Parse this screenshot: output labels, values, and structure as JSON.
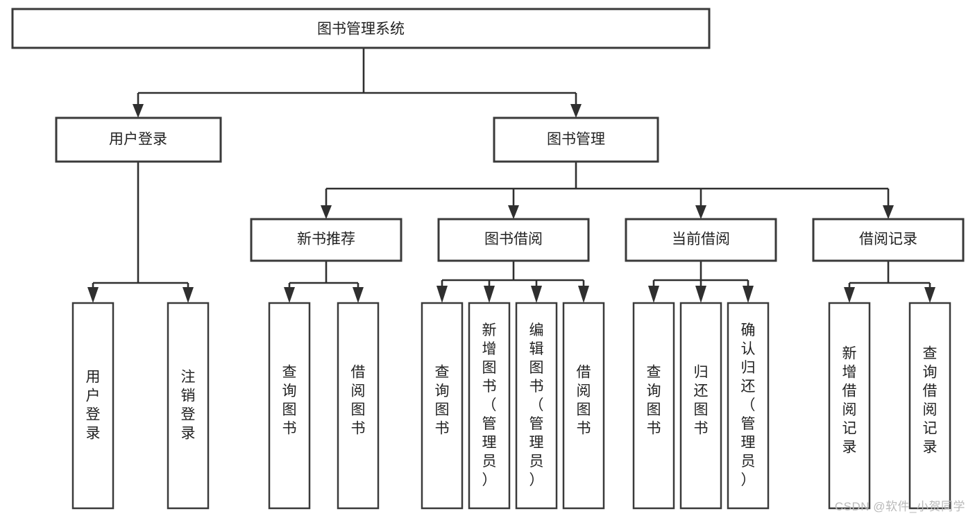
{
  "diagram": {
    "type": "tree",
    "title": "图书管理系统",
    "watermark": "CSDN @软件_小贺同学",
    "colors": {
      "box_stroke": "#3a3a3a",
      "edge": "#2f2f2f",
      "box_fill": "#ffffff",
      "text": "#222222",
      "watermark": "#b9b9b9",
      "background": "#ffffff"
    },
    "root": {
      "label": "图书管理系统"
    },
    "level1": [
      {
        "label": "用户登录"
      },
      {
        "label": "图书管理"
      }
    ],
    "level2": [
      {
        "label": "新书推荐"
      },
      {
        "label": "图书借阅"
      },
      {
        "label": "当前借阅"
      },
      {
        "label": "借阅记录"
      }
    ],
    "leaves": {
      "user_login": [
        {
          "label": "用户登录"
        },
        {
          "label": "注销登录"
        }
      ],
      "new_book_recommend": [
        {
          "label": "查询图书"
        },
        {
          "label": "借阅图书"
        }
      ],
      "book_borrow": [
        {
          "label": "查询图书"
        },
        {
          "label": "新增图书（管理员）"
        },
        {
          "label": "编辑图书（管理员）"
        },
        {
          "label": "借阅图书"
        }
      ],
      "current_borrow": [
        {
          "label": "查询图书"
        },
        {
          "label": "归还图书"
        },
        {
          "label": "确认归还（管理员）"
        }
      ],
      "borrow_record": [
        {
          "label": "新增借阅记录"
        },
        {
          "label": "查询借阅记录"
        }
      ]
    }
  }
}
